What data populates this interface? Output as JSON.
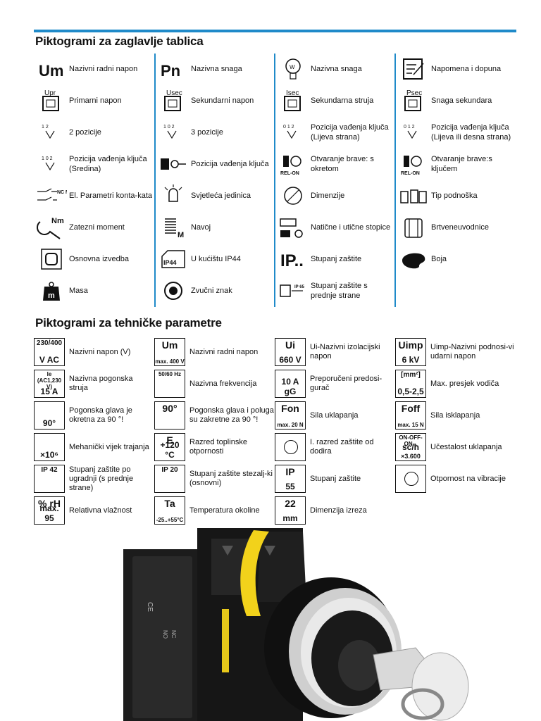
{
  "section1": {
    "title": "Piktogrami za zaglavlje tablica",
    "columns": [
      [
        {
          "icon": "um-symbol-icon",
          "glyph": "Um",
          "label": "Nazivni radni napon"
        },
        {
          "icon": "upr-coil-icon",
          "glyph": "Upr",
          "label": "Primarni napon"
        },
        {
          "icon": "two-position-icon",
          "glyph": "1 2",
          "label": "2 pozicije"
        },
        {
          "icon": "key-middle-icon",
          "glyph": "1 0 2",
          "label": "Pozicija vađenja ključa (Sredina)"
        },
        {
          "icon": "contact-nc-no-icon",
          "glyph": "NC NO",
          "label": "El. Parametri konta-kata"
        },
        {
          "icon": "torque-wrench-icon",
          "glyph": "Nm",
          "label": "Zatezni moment"
        },
        {
          "icon": "basic-version-icon",
          "glyph": "",
          "label": "Osnovna izvedba"
        },
        {
          "icon": "weight-icon",
          "glyph": "m",
          "label": "Masa"
        }
      ],
      [
        {
          "icon": "pn-symbol-icon",
          "glyph": "Pn",
          "label": "Nazivna snaga"
        },
        {
          "icon": "usec-coil-icon",
          "glyph": "Usec",
          "label": "Sekundarni napon"
        },
        {
          "icon": "three-position-icon",
          "glyph": "1 0 2",
          "label": "3 pozicije"
        },
        {
          "icon": "key-removal-icon",
          "glyph": "",
          "label": "Pozicija vađenja ključa"
        },
        {
          "icon": "lamp-icon",
          "glyph": "",
          "label": "Svjetleća jedinica"
        },
        {
          "icon": "thread-icon",
          "glyph": "M",
          "label": "Navoj"
        },
        {
          "icon": "ip44-housing-icon",
          "glyph": "IP44",
          "label": "U kućištu IP44"
        },
        {
          "icon": "buzzer-icon",
          "glyph": "",
          "label": "Zvučni znak"
        }
      ],
      [
        {
          "icon": "bulb-watt-icon",
          "glyph": "W",
          "label": "Nazivna snaga"
        },
        {
          "icon": "isec-coil-icon",
          "glyph": "Isec",
          "label": "Sekundarna struja"
        },
        {
          "icon": "key-left-icon",
          "glyph": "0 1 2",
          "label": "Pozicija vađenja ključa (Lijeva strana)"
        },
        {
          "icon": "rel-on-turn-icon",
          "glyph": "REL-ON",
          "label": "Otvaranje brave: s okretom"
        },
        {
          "icon": "dimension-icon",
          "glyph": "",
          "label": "Dimenzije"
        },
        {
          "icon": "cable-lug-icon",
          "glyph": "",
          "label": "Natične i utične stopice"
        },
        {
          "icon": "ip-symbol-icon",
          "glyph": "IP..",
          "label": "Stupanj zaštite"
        },
        {
          "icon": "front-ip65-icon",
          "glyph": "IP 65",
          "label": "Stupanj zaštite s prednje strane"
        }
      ],
      [
        {
          "icon": "note-pencil-icon",
          "glyph": "",
          "label": "Napomena i dopuna"
        },
        {
          "icon": "psec-coil-icon",
          "glyph": "Psec",
          "label": "Snaga sekundara"
        },
        {
          "icon": "key-left-right-icon",
          "glyph": "0 1 2",
          "label": "Pozicija vađenja ključa (Lijeva ili desna strana)"
        },
        {
          "icon": "rel-on-key-icon",
          "glyph": "REL-ON",
          "label": "Otvaranje brave:s ključem"
        },
        {
          "icon": "socket-type-icon",
          "glyph": "",
          "label": "Tip podnoška"
        },
        {
          "icon": "gasket-icon",
          "glyph": "",
          "label": "Brtveneuvodnice"
        },
        {
          "icon": "palette-icon",
          "glyph": "",
          "label": "Boja"
        }
      ]
    ]
  },
  "section2": {
    "title": "Piktogrami za tehničke parametre",
    "columns": [
      [
        {
          "icon": "rated-voltage-box-icon",
          "glyph": [
            "230/400",
            "V AC"
          ],
          "label": "Nazivni napon (V)"
        },
        {
          "icon": "ie-current-box-icon",
          "glyph": [
            "Ie (AC1,230 V)",
            "15 A"
          ],
          "label": "Nazivna pogonska struja"
        },
        {
          "icon": "head-rotate-90-icon",
          "glyph": [
            "",
            "90°"
          ],
          "label": "Pogonska glava je okretna za 90 °!"
        },
        {
          "icon": "mech-life-icon",
          "glyph": [
            "",
            "×10⁶"
          ],
          "label": "Mehanički vijek trajanja"
        },
        {
          "icon": "ip42-mount-icon",
          "glyph": [
            "IP 42",
            ""
          ],
          "label": "Stupanj zaštite po ugradnji (s prednje strane)"
        },
        {
          "icon": "humidity-icon",
          "glyph": [
            "% rH",
            "max. 95"
          ],
          "label": "Relativna vlažnost"
        }
      ],
      [
        {
          "icon": "um-box-icon",
          "glyph": [
            "Um",
            "max. 400 V"
          ],
          "label": "Nazivni radni napon"
        },
        {
          "icon": "frequency-box-icon",
          "glyph": [
            "50/60 Hz",
            ""
          ],
          "label": "Nazivna frekvencija"
        },
        {
          "icon": "head-lever-rotate-icon",
          "glyph": [
            "90°",
            ""
          ],
          "label": "Pogonska glava i poluga su zakretne za 90 °!"
        },
        {
          "icon": "thermal-class-icon",
          "glyph": [
            "E",
            "+120 °C"
          ],
          "label": "Razred toplinske otpornosti"
        },
        {
          "icon": "ip20-terminal-icon",
          "glyph": [
            "IP 20",
            ""
          ],
          "label": "Stupanj zaštite stezalj-ki (osnovni)"
        },
        {
          "icon": "ambient-temp-icon",
          "glyph": [
            "Ta",
            "-25..+55°C"
          ],
          "label": "Temperatura okoline"
        }
      ],
      [
        {
          "icon": "insulation-voltage-icon",
          "glyph": [
            "Ui",
            "660 V"
          ],
          "label": "Ui-Nazivni izolacijski napon"
        },
        {
          "icon": "fuse-icon",
          "glyph": [
            "",
            "10 A gG"
          ],
          "label": "Preporučeni predosi-gurač"
        },
        {
          "icon": "closing-force-icon",
          "glyph": [
            "Fon",
            "max. 20 N"
          ],
          "label": "Sila uklapanja"
        },
        {
          "icon": "protection-class-icon",
          "glyph": [
            "",
            ""
          ],
          "label": "I. razred zaštite od dodira"
        },
        {
          "icon": "ip55-icon",
          "glyph": [
            "IP",
            "55"
          ],
          "label": "Stupanj zaštite"
        },
        {
          "icon": "cutout-22mm-icon",
          "glyph": [
            "22",
            "mm"
          ],
          "label": "Dimenzija izreza"
        }
      ],
      [
        {
          "icon": "uimp-box-icon",
          "glyph": [
            "Uimp",
            "6 kV"
          ],
          "label": "Uimp-Nazivni podnosi-vi udarni napon"
        },
        {
          "icon": "wire-section-icon",
          "glyph": [
            "[mm²]",
            "0,5-2,5"
          ],
          "label": "Max. presjek vodiča"
        },
        {
          "icon": "opening-force-icon",
          "glyph": [
            "Foff",
            "max. 15 N"
          ],
          "label": "Sila isklapanja"
        },
        {
          "icon": "switching-freq-icon",
          "glyph": [
            "ON-OFF-ON...",
            "sc/h",
            "×3.600"
          ],
          "label": "Učestalost uklapanja"
        },
        {
          "icon": "vibration-icon",
          "glyph": [
            "",
            ""
          ],
          "label": "Otpornost na vibracije"
        }
      ]
    ]
  },
  "product_photo": {
    "icon": "key-switch-photo",
    "printed_text": [
      "CE",
      "NO",
      "NC"
    ]
  },
  "colors": {
    "accent": "#1f8ac9",
    "text": "#111111",
    "yellow": "#f2d21b"
  }
}
